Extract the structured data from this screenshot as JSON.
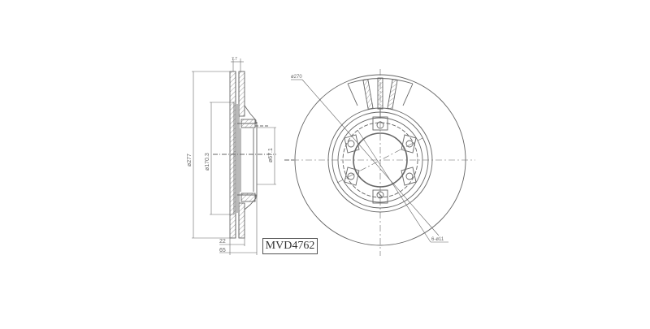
{
  "drawing": {
    "part_number": "MVD4762",
    "subject": "Ventilated brake disc technical drawing",
    "side_view": {
      "dimensions": {
        "outer_diameter": "ø277",
        "hat_diameter": "ø170.3",
        "center_bore": "ø67.1",
        "thickness": "22",
        "total_height": "65",
        "min_thickness_mark": "7.7"
      }
    },
    "front_view": {
      "dimensions": {
        "friction_ring_diameter": "ø270",
        "bolt_holes": "6-ø11"
      }
    },
    "colors": {
      "line": "#666666",
      "background": "#ffffff",
      "label_border": "#555555"
    }
  }
}
